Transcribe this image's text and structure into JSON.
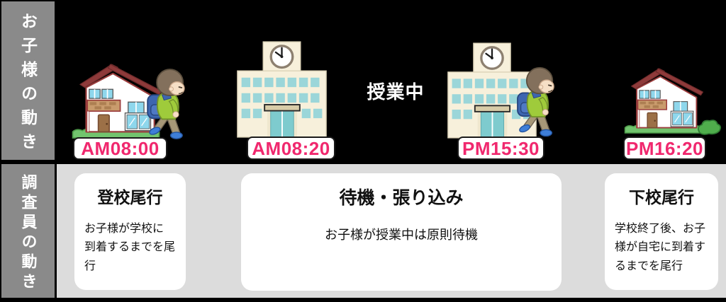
{
  "legend": {
    "child_row_label": "お子様の動き",
    "investigator_row_label": "調査員の動き"
  },
  "timeline": {
    "status_label": "授業中",
    "events": [
      {
        "icon": "house-with-walking-boy",
        "time": "AM08:00"
      },
      {
        "icon": "school-building",
        "time": "AM08:20"
      },
      {
        "icon": "school-building-with-walking-boy",
        "time": "PM15:30"
      },
      {
        "icon": "house-with-bush",
        "time": "PM16:20"
      }
    ]
  },
  "steps": [
    {
      "title": "登校尾行",
      "description": "お子様が学校に\n到着するまでを尾行"
    },
    {
      "title": "待機・張り込み",
      "description": "お子様が授業中は原則待機"
    },
    {
      "title": "下校尾行",
      "description": "学校終了後、お子\n様が自宅に到着す\nるまでを尾行"
    }
  ],
  "colors": {
    "background": "#000000",
    "row_label_bg": "#8A8A8A",
    "row_label_text": "#FFFFFF",
    "bottom_panel_bg": "#DCDCDC",
    "card_bg": "#FFFFFF",
    "time_text": "#F0286E",
    "time_badge_bg": "#FFFFFF",
    "time_badge_border": "#1A1A1A",
    "status_text": "#FFFFFF",
    "house_roof": "#8E3A3A",
    "house_grass": "#72C46E",
    "house_window": "#8ED7EC",
    "school_wall": "#F7F0DB",
    "school_window": "#9BD6D9",
    "boy_shirt": "#9FCB3B",
    "boy_backpack": "#3D66B0",
    "boy_pants": "#A79878",
    "boy_shoes": "#3E7ED8"
  }
}
